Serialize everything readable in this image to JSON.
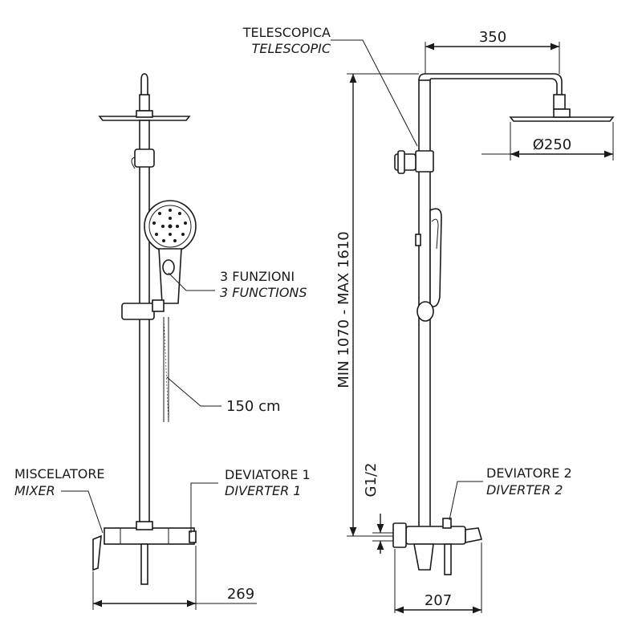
{
  "labels": {
    "telescopic_it": "TELESCOPICA",
    "telescopic_en": "TELESCOPIC",
    "functions_it": "3 FUNZIONI",
    "functions_en": "3 FUNCTIONS",
    "hose_length": "150 cm",
    "mixer_it": "MISCELATORE",
    "mixer_en": "MIXER",
    "diverter1_it": "DEVIATORE 1",
    "diverter1_en": "DIVERTER 1",
    "diverter2_it": "DEVIATORE 2",
    "diverter2_en": "DIVERTER 2"
  },
  "dimensions": {
    "arm_reach": "350",
    "head_diameter": "Ø250",
    "height_range": "MIN 1070 - MAX 1610",
    "connection": "G1/2",
    "mixer_width": "269",
    "mixer_depth": "207"
  }
}
